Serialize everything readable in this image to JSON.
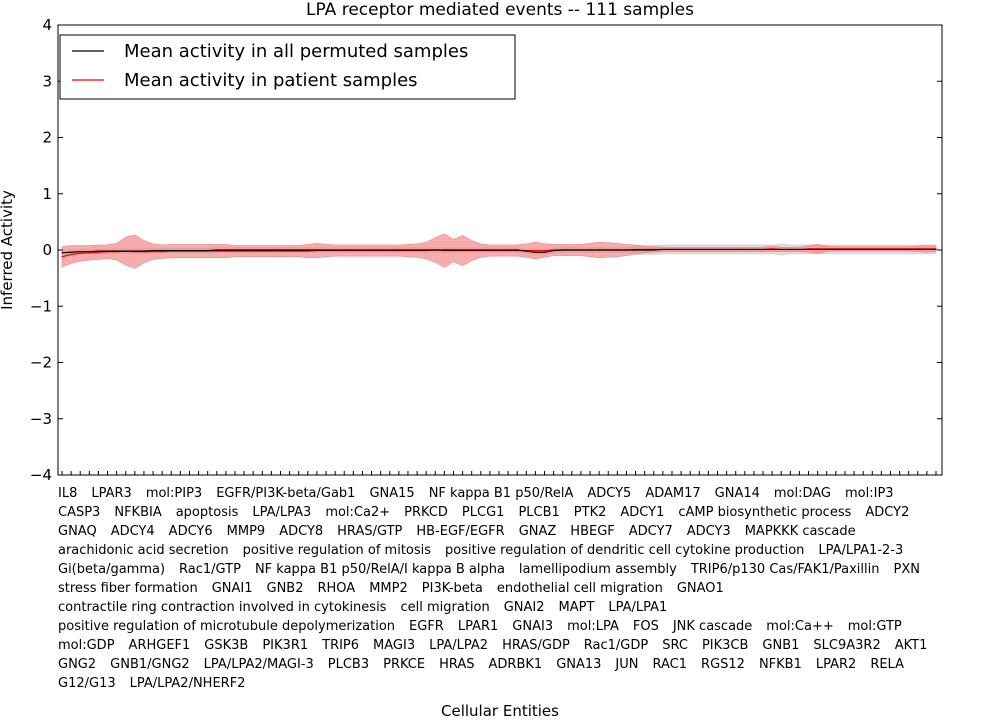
{
  "chart_data": {
    "type": "line",
    "title": "LPA receptor mediated events -- 111 samples",
    "xlabel": "Cellular Entities",
    "ylabel": "Inferred Activity",
    "ylim": [
      -4,
      4
    ],
    "yticks": [
      "4",
      "3",
      "2",
      "1",
      "0",
      "−1",
      "−2",
      "−3",
      "−4"
    ],
    "ytick_values": [
      4,
      3,
      2,
      1,
      0,
      -1,
      -2,
      -3,
      -4
    ],
    "grid": false,
    "legend_position": "top-left",
    "categories": [
      "IL8",
      "LPAR3",
      "mol:PIP3",
      "EGFR/PI3K-beta/Gab1",
      "GNA15",
      "NF kappa B1 p50/RelA",
      "ADCY5",
      "ADAM17",
      "GNA14",
      "mol:DAG",
      "mol:IP3",
      "CASP3",
      "NFKBIA",
      "apoptosis",
      "LPA/LPA3",
      "mol:Ca2+",
      "PRKCD",
      "PLCG1",
      "PLCB1",
      "PTK2",
      "ADCY1",
      "cAMP biosynthetic process",
      "ADCY2",
      "GNAQ",
      "ADCY4",
      "ADCY6",
      "MMP9",
      "ADCY8",
      "HRAS/GTP",
      "HB-EGF/EGFR",
      "GNAZ",
      "HBEGF",
      "ADCY7",
      "ADCY3",
      "MAPKKK cascade",
      "arachidonic acid secretion",
      "positive regulation of mitosis",
      "positive regulation of dendritic cell cytokine production",
      "LPA/LPA1-2-3",
      "Gi(beta/gamma)",
      "Rac1/GTP",
      "NF kappa B1 p50/RelA/I kappa B alpha",
      "lamellipodium assembly",
      "TRIP6/p130 Cas/FAK1/Paxillin",
      "PXN",
      "stress fiber formation",
      "GNAI1",
      "GNB2",
      "RHOA",
      "MMP2",
      "PI3K-beta",
      "endothelial cell migration",
      "GNAO1",
      "contractile ring contraction involved in cytokinesis",
      "cell migration",
      "GNAI2",
      "MAPT",
      "LPA/LPA1",
      "positive regulation of microtubule depolymerization",
      "EGFR",
      "LPAR1",
      "GNAI3",
      "mol:LPA",
      "FOS",
      "JNK cascade",
      "mol:Ca++",
      "mol:GTP",
      "mol:GDP",
      "ARHGEF1",
      "GSK3B",
      "PIK3R1",
      "TRIP6",
      "MAGI3",
      "LPA/LPA2",
      "HRAS/GDP",
      "Rac1/GDP",
      "SRC",
      "PIK3CB",
      "GNB1",
      "SLC9A3R2",
      "AKT1",
      "GNG2",
      "GNB1/GNG2",
      "LPA/LPA2/MAGI-3",
      "PLCB3",
      "PRKCE",
      "HRAS",
      "ADRBK1",
      "GNA13",
      "JUN",
      "RAC1",
      "RGS12",
      "NFKB1",
      "LPAR2",
      "RELA",
      "G12/G13",
      "LPA/LPA2/NHERF2"
    ],
    "series": [
      {
        "name": "Mean activity in all permuted samples",
        "color": "#000000",
        "band_color": "#c8c8c8",
        "values": [
          -0.05,
          -0.04,
          -0.03,
          -0.03,
          -0.02,
          -0.02,
          -0.02,
          -0.02,
          -0.02,
          -0.02,
          -0.01,
          -0.01,
          -0.01,
          -0.01,
          -0.01,
          -0.01,
          -0.01,
          0,
          0,
          0,
          0,
          0,
          0,
          0,
          0,
          0,
          0,
          0,
          0,
          0,
          0,
          0,
          0,
          0,
          0,
          0,
          0,
          0,
          0,
          0,
          0,
          0,
          0,
          0,
          0,
          0,
          0,
          0,
          0,
          0,
          0,
          -0.02,
          -0.04,
          -0.04,
          -0.01,
          0,
          0,
          0,
          0,
          0,
          0,
          0,
          0,
          0,
          0,
          0,
          0.01,
          0.01,
          0.01,
          0.01,
          0.01,
          0.01,
          0.01,
          0.01,
          0.01,
          0.01,
          0.01,
          0.01,
          0.01,
          0.01,
          0.01,
          0.01,
          0.01,
          0.01,
          0.01,
          0.01,
          0.01,
          0.01,
          0.01,
          0.01,
          0.01,
          0.01,
          0.01,
          0.01,
          0.01,
          0.01,
          0.01
        ],
        "spread": [
          0.04,
          0.04,
          0.04,
          0.04,
          0.04,
          0.04,
          0.04,
          0.04,
          0.04,
          0.04,
          0.04,
          0.04,
          0.04,
          0.04,
          0.04,
          0.04,
          0.04,
          0.04,
          0.04,
          0.04,
          0.04,
          0.04,
          0.04,
          0.04,
          0.04,
          0.04,
          0.04,
          0.04,
          0.04,
          0.04,
          0.04,
          0.04,
          0.04,
          0.04,
          0.04,
          0.04,
          0.04,
          0.04,
          0.04,
          0.04,
          0.04,
          0.04,
          0.04,
          0.04,
          0.04,
          0.04,
          0.04,
          0.04,
          0.04,
          0.04,
          0.04,
          0.04,
          0.04,
          0.04,
          0.04,
          0.04,
          0.04,
          0.04,
          0.04,
          0.04,
          0.04,
          0.04,
          0.04,
          0.08,
          0.08,
          0.08,
          0.08,
          0.08,
          0.08,
          0.08,
          0.08,
          0.08,
          0.08,
          0.08,
          0.08,
          0.08,
          0.08,
          0.08,
          0.08,
          0.1,
          0.08,
          0.08,
          0.08,
          0.08,
          0.08,
          0.08,
          0.08,
          0.08,
          0.08,
          0.08,
          0.08,
          0.08,
          0.08,
          0.08,
          0.08,
          0.08,
          0.08
        ]
      },
      {
        "name": "Mean activity in patient samples",
        "color": "#ff0000",
        "band_color": "#f08080",
        "values": [
          -0.12,
          -0.08,
          -0.06,
          -0.05,
          -0.04,
          -0.03,
          -0.03,
          -0.02,
          -0.03,
          -0.03,
          -0.03,
          -0.03,
          -0.02,
          -0.02,
          -0.02,
          -0.02,
          -0.02,
          -0.02,
          -0.02,
          -0.02,
          -0.02,
          -0.02,
          -0.02,
          -0.02,
          -0.02,
          -0.02,
          -0.02,
          -0.02,
          -0.01,
          -0.01,
          -0.01,
          -0.01,
          -0.01,
          -0.01,
          -0.01,
          -0.01,
          -0.01,
          -0.01,
          -0.01,
          -0.01,
          -0.01,
          0,
          -0.01,
          -0.01,
          -0.01,
          -0.01,
          -0.01,
          -0.01,
          -0.01,
          -0.01,
          -0.01,
          -0.01,
          -0.01,
          -0.01,
          0,
          0,
          0,
          0,
          0,
          0,
          0,
          0,
          0,
          0.01,
          0.01,
          0.01,
          0.01,
          0.01,
          0.01,
          0.01,
          0.01,
          0.01,
          0.01,
          0.01,
          0.01,
          0.01,
          0.01,
          0.01,
          0.02,
          0.01,
          0.01,
          0.01,
          0.02,
          0.02,
          0.02,
          0.02,
          0.02,
          0.02,
          0.02,
          0.02,
          0.02,
          0.02,
          0.02,
          0.02,
          0.02,
          0.02,
          0.02
        ],
        "spread": [
          0.18,
          0.16,
          0.14,
          0.13,
          0.13,
          0.12,
          0.15,
          0.25,
          0.3,
          0.2,
          0.14,
          0.12,
          0.12,
          0.12,
          0.12,
          0.12,
          0.12,
          0.12,
          0.12,
          0.1,
          0.1,
          0.1,
          0.1,
          0.1,
          0.1,
          0.1,
          0.1,
          0.12,
          0.13,
          0.11,
          0.1,
          0.1,
          0.1,
          0.1,
          0.1,
          0.1,
          0.1,
          0.1,
          0.11,
          0.12,
          0.15,
          0.22,
          0.3,
          0.2,
          0.27,
          0.18,
          0.12,
          0.1,
          0.1,
          0.1,
          0.1,
          0.12,
          0.15,
          0.12,
          0.1,
          0.1,
          0.1,
          0.1,
          0.12,
          0.14,
          0.13,
          0.12,
          0.1,
          0.08,
          0.06,
          0.05,
          0.04,
          0.04,
          0.04,
          0.04,
          0.04,
          0.04,
          0.04,
          0.04,
          0.04,
          0.04,
          0.04,
          0.04,
          0.05,
          0.04,
          0.04,
          0.04,
          0.06,
          0.08,
          0.05,
          0.04,
          0.04,
          0.04,
          0.04,
          0.04,
          0.04,
          0.04,
          0.04,
          0.04,
          0.05,
          0.06,
          0.05
        ]
      }
    ]
  }
}
